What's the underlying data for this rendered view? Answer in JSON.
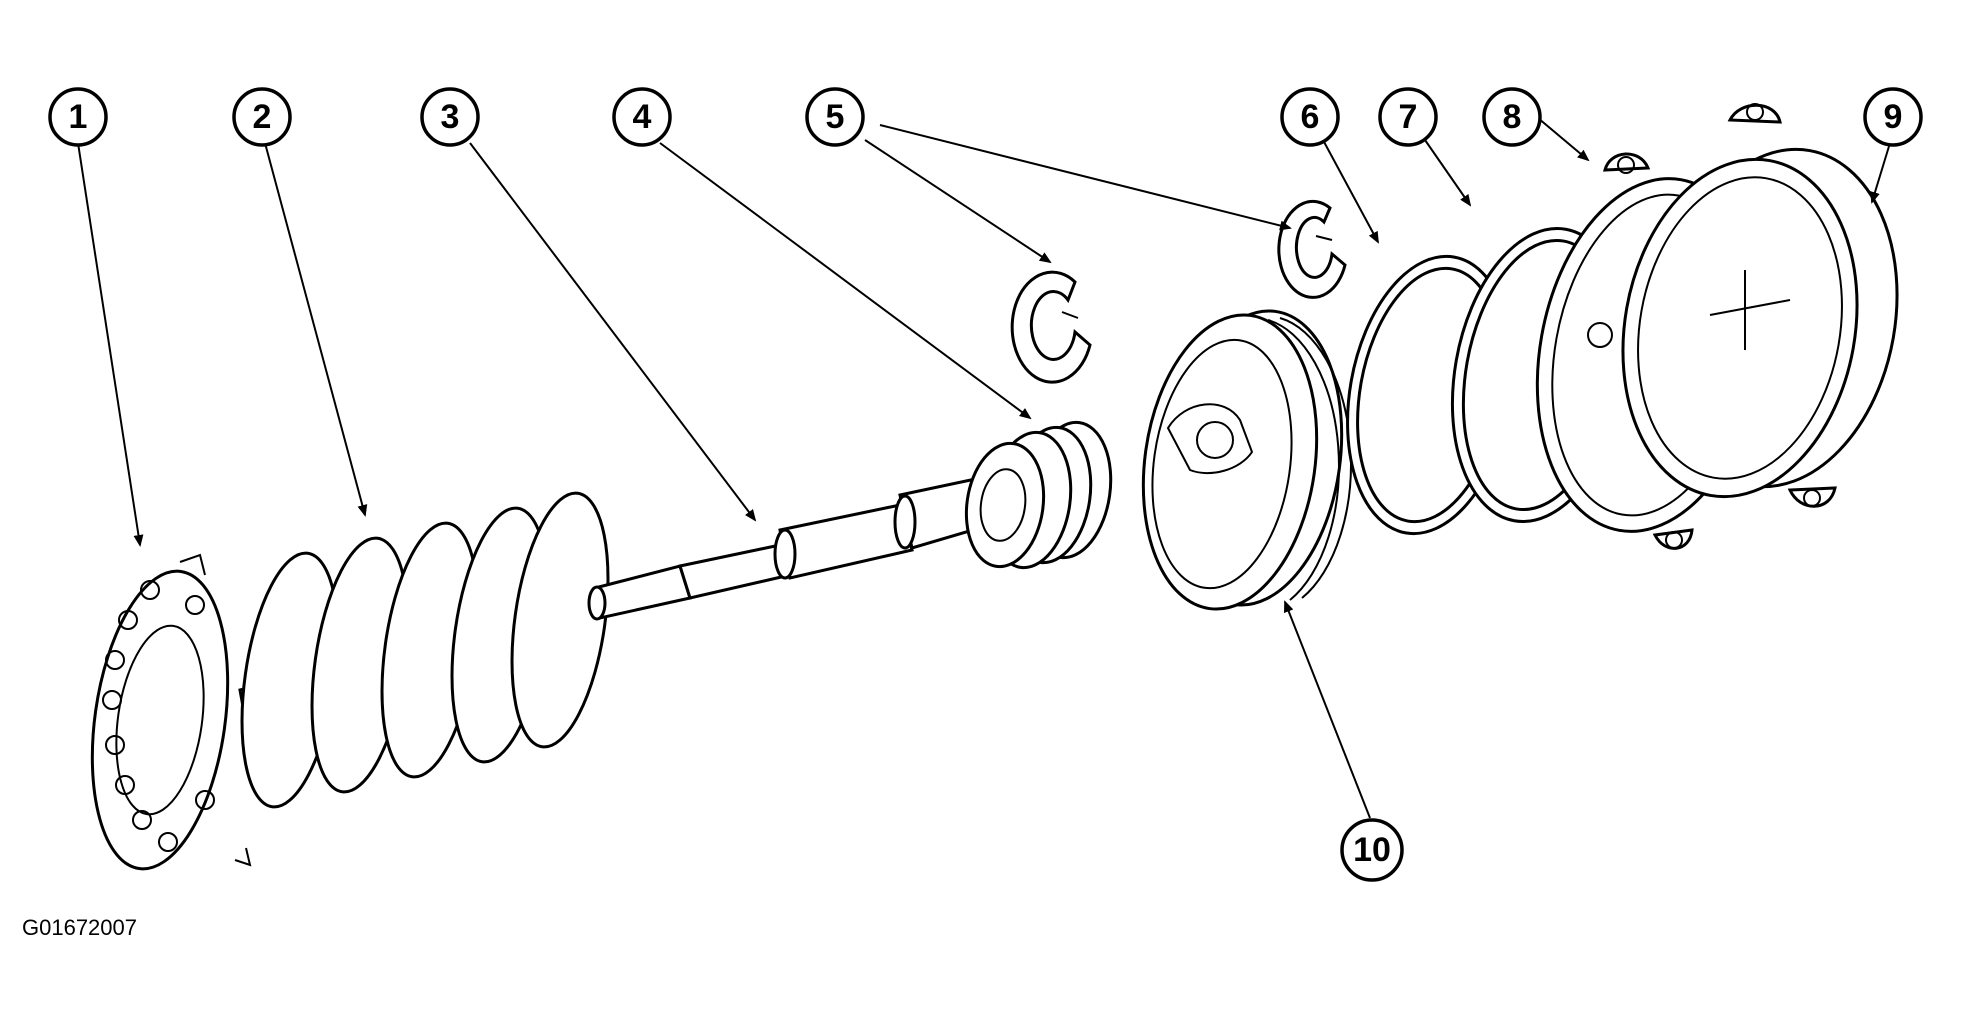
{
  "figure_code": "G01672007",
  "callouts": [
    "1",
    "2",
    "3",
    "4",
    "5",
    "6",
    "7",
    "8",
    "9",
    "10"
  ],
  "colors": {
    "line": "#000000",
    "background": "#ffffff"
  }
}
